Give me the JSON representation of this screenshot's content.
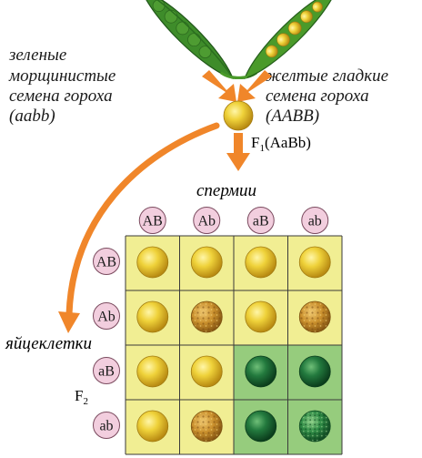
{
  "parents": {
    "left": {
      "lines": [
        "зеленые",
        "морщинистые",
        "семена гороха",
        "(aabb)"
      ],
      "pod_color": "#3f8a28",
      "seed_color": "#5aa033"
    },
    "right": {
      "lines": [
        "желтые гладкие",
        "семена гороха",
        "(AABB)"
      ],
      "pod_color": "#4a9a2a",
      "seed_color": "#e6cf2a"
    }
  },
  "f1": {
    "main": "F",
    "sub": "1",
    "genotype": "(AaBb)",
    "seed_color": "#e8c822"
  },
  "sperm_label": "спермии",
  "egg_label": "яйцеклетки",
  "f2": {
    "main": "F",
    "sub": "2"
  },
  "sperm_alleles": [
    "AB",
    "Ab",
    "aB",
    "ab"
  ],
  "egg_alleles": [
    "AB",
    "Ab",
    "aB",
    "ab"
  ],
  "grid": {
    "rows": [
      [
        "yellow-smooth",
        "yellow-smooth",
        "yellow-smooth",
        "yellow-smooth"
      ],
      [
        "yellow-smooth",
        "yellow-wrinkled",
        "yellow-smooth",
        "yellow-wrinkled"
      ],
      [
        "yellow-smooth",
        "yellow-smooth",
        "green-smooth",
        "green-smooth"
      ],
      [
        "yellow-smooth",
        "yellow-wrinkled",
        "green-smooth",
        "green-wrinkled"
      ]
    ]
  },
  "colors": {
    "arrow": "#f0862a",
    "circle_fill": "#f2cede",
    "circle_stroke": "#7a4a5e",
    "cell_yellow": "#f1ee93",
    "cell_green": "#96cc7d",
    "grid_line": "#3a3a3a",
    "seed_yellow": "#e8c422",
    "seed_wrinkled": "#c9922e",
    "seed_green": "#1f6e38",
    "seed_green_wrinkled": "#2e8a44"
  }
}
